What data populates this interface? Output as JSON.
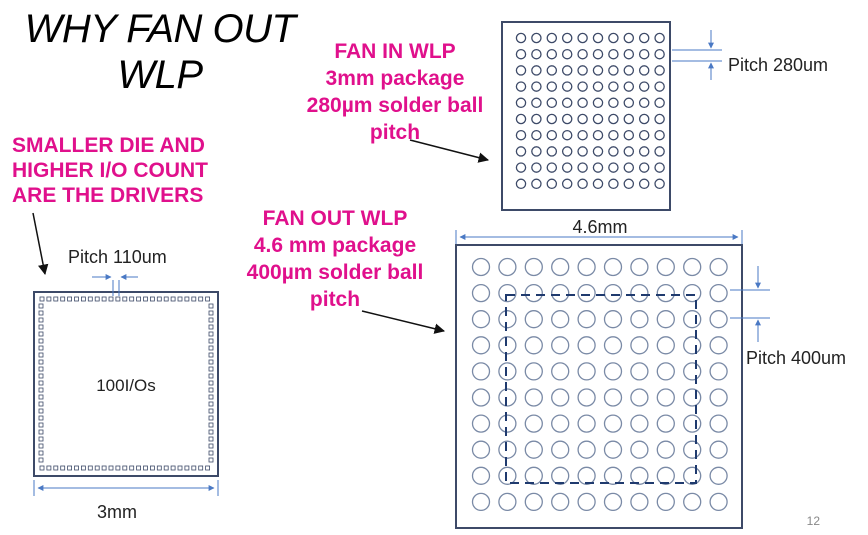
{
  "title": "WHY FAN OUT WLP",
  "fan_in": {
    "heading": "FAN IN WLP",
    "line1": "3mm package",
    "line2": "280µm solder ball",
    "line3": "pitch",
    "pitch_label": "Pitch 280um"
  },
  "fan_out": {
    "heading": "FAN OUT WLP",
    "line1": "4.6 mm package",
    "line2": "400µm solder ball",
    "line3": "pitch",
    "pitch_label": "Pitch 400um",
    "width_label": "4.6mm"
  },
  "drivers": {
    "line1": "SMALLER DIE AND",
    "line2": "HIGHER I/O COUNT",
    "line3": "ARE THE DRIVERS"
  },
  "die": {
    "pitch_label": "Pitch 110um",
    "io_label": "100I/Os",
    "width_label": "3mm"
  },
  "slide_number": "12",
  "colors": {
    "accent": "#e0108c",
    "outline": "#3d4a68",
    "dashed": "#1f3a6e"
  }
}
